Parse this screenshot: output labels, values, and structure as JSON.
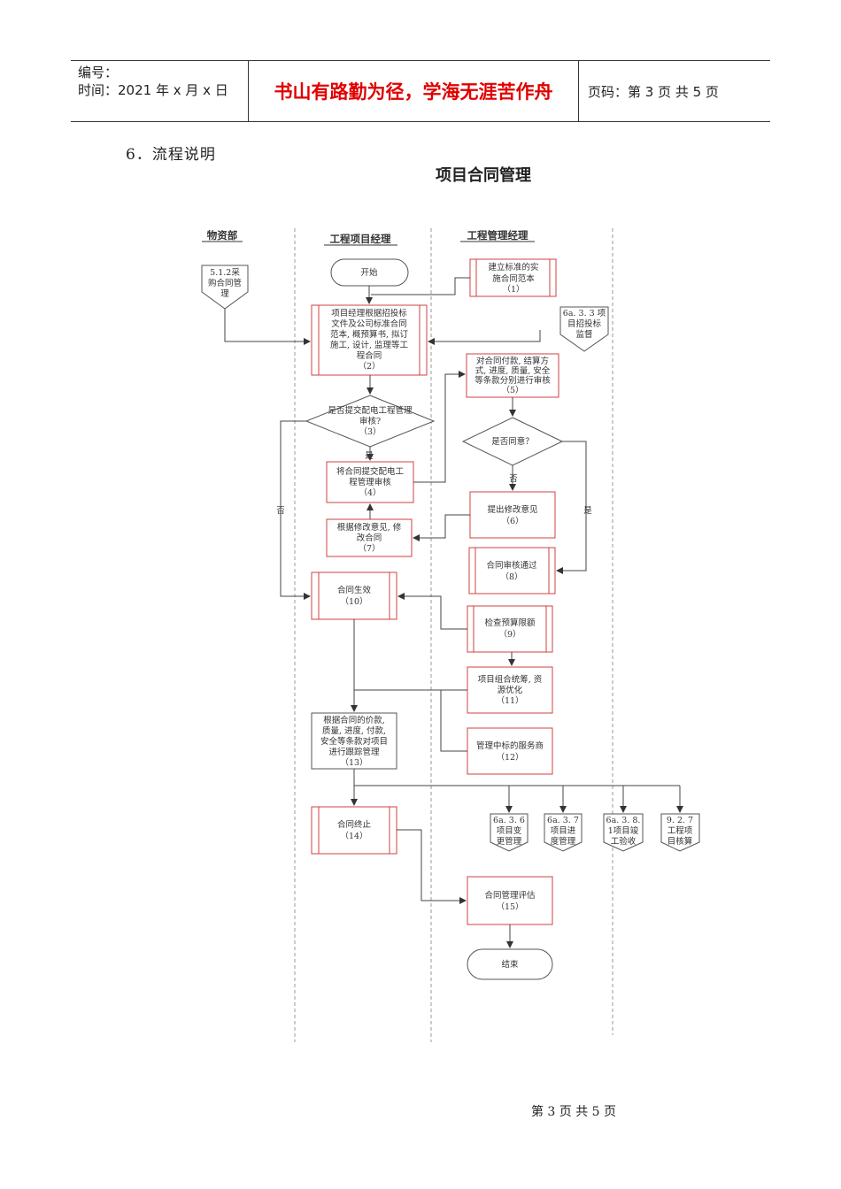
{
  "header": {
    "number_label": "编号：",
    "time_label": "时间：2021 年 x 月 x 日",
    "motto": "书山有路勤为径，学海无涯苦作舟",
    "page_label": "页码：第 3 页  共 5 页"
  },
  "section_title": "6．流程说明",
  "diagram_title": "项目合同管理",
  "lanes": [
    "物资部",
    "工程项目经理",
    "工程管理经理"
  ],
  "nodes": {
    "ref_512": [
      "5.1.2采",
      "购合同管",
      "理"
    ],
    "start": "开始",
    "n1": [
      "建立标准的实",
      "施合同范本",
      "（1）"
    ],
    "ref_6a33": [
      "6a. 3. 3  项",
      "目招投标",
      "监督"
    ],
    "n2": [
      "项目经理根据招投标",
      "文件及公司标准合同",
      "范本, 概预算书, 拟订",
      "施工, 设计, 监理等工",
      "程合同",
      "（2）"
    ],
    "n5": [
      "对合同付款, 结算方",
      "式, 进度, 质量, 安全",
      "等条款分别进行审核",
      "（5）"
    ],
    "d3": [
      "是否提交配电工程管理",
      "审核?",
      "（3）"
    ],
    "d_agree": "是否同意？",
    "n4": [
      "将合同提交配电工",
      "程管理审核",
      "（4）"
    ],
    "n6": [
      "提出修改意见",
      "（6）"
    ],
    "n7": [
      "根据修改意见, 修",
      "改合同",
      "（7）"
    ],
    "n8": [
      "合同审核通过",
      "（8）"
    ],
    "n10": [
      "合同生效",
      "（10）"
    ],
    "n9": [
      "检查预算限额",
      "（9）"
    ],
    "n11": [
      "项目组合统筹, 资",
      "源优化",
      "（11）"
    ],
    "n13": [
      "根据合同的价款,",
      "质量, 进度, 付款,",
      "安全等条款对项目",
      "进行跟踪管理",
      "（13）"
    ],
    "n12": [
      "管理中标的服务商",
      "（12）"
    ],
    "n14": [
      "合同终止",
      "（14）"
    ],
    "ref_6a36": [
      "6a. 3. 6",
      "项目变",
      "更管理"
    ],
    "ref_6a37": [
      "6a. 3. 7",
      "项目进",
      "度管理"
    ],
    "ref_6a38": [
      "6a. 3. 8.",
      "1项目竣",
      "工验收"
    ],
    "ref_927": [
      "9. 2. 7",
      "工程项",
      "目核算"
    ],
    "n15": [
      "合同管理评估",
      "（15）"
    ],
    "end": "结束"
  },
  "edge_labels": {
    "yes": "是",
    "no": "否"
  },
  "footer": "第 3 页  共 5 页",
  "colors": {
    "motto": "#e00000",
    "box_border": "#d04040",
    "line": "#444444"
  }
}
